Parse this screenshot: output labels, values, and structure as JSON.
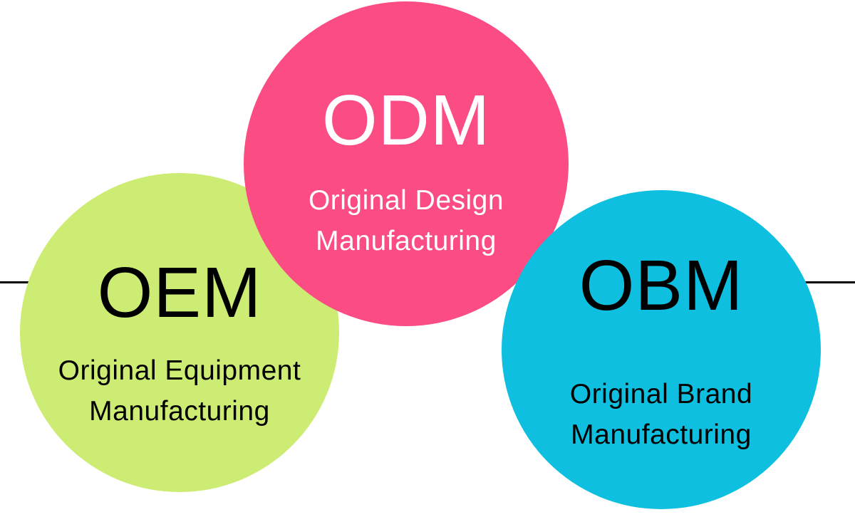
{
  "diagram": {
    "background": "#ffffff",
    "divider_color": "#000000",
    "circles": [
      {
        "key": "oem",
        "acronym": "OEM",
        "description_lines": [
          "Original Equipment",
          "Manufacturing"
        ],
        "fill": "#cdec73",
        "text_color": "#000000"
      },
      {
        "key": "odm",
        "acronym": "ODM",
        "description_lines": [
          "Original Design",
          "Manufacturing"
        ],
        "fill": "#fb4c84",
        "text_color": "#ffffff"
      },
      {
        "key": "obm",
        "acronym": "OBM",
        "description_lines": [
          "Original Brand",
          "Manufacturing"
        ],
        "fill": "#0fbfdf",
        "text_color": "#000000"
      }
    ]
  }
}
